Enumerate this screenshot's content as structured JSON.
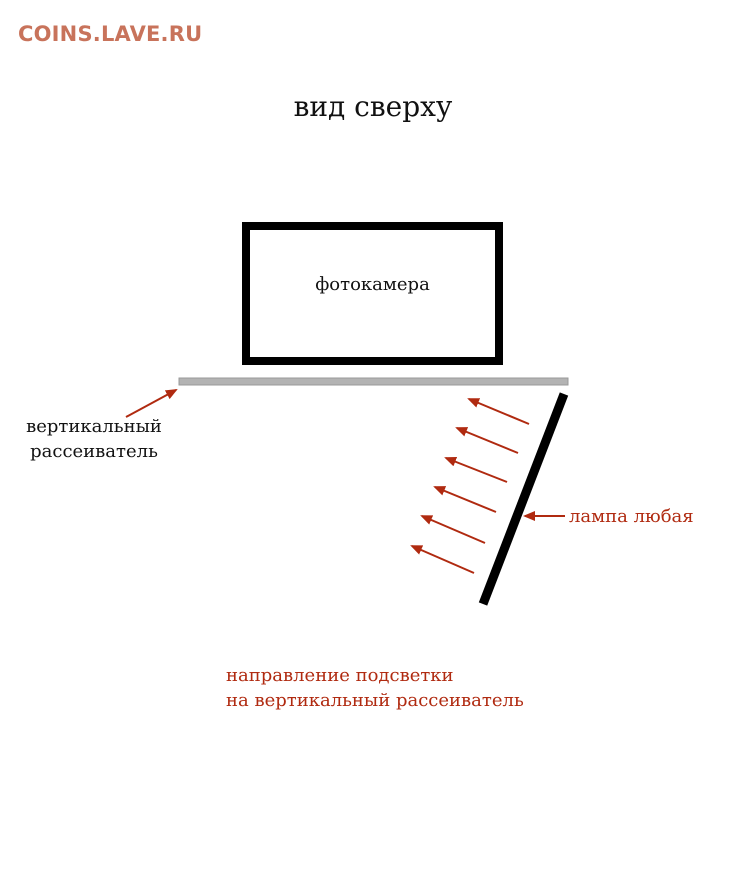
{
  "watermark": "COINS.LAVE.RU",
  "title": "вид сверху",
  "camera_label": "фотокамера",
  "diffuser_label": [
    "вертикальный",
    "рассеиватель"
  ],
  "lamp_label": "лампа любая",
  "direction_label": [
    "направление подсветки",
    "на вертикальный рассеиватель"
  ],
  "colors": {
    "accent": "#b02a10",
    "watermark": "#c8735b",
    "diffuser": "#b3b3b3",
    "outline": "#000000"
  }
}
